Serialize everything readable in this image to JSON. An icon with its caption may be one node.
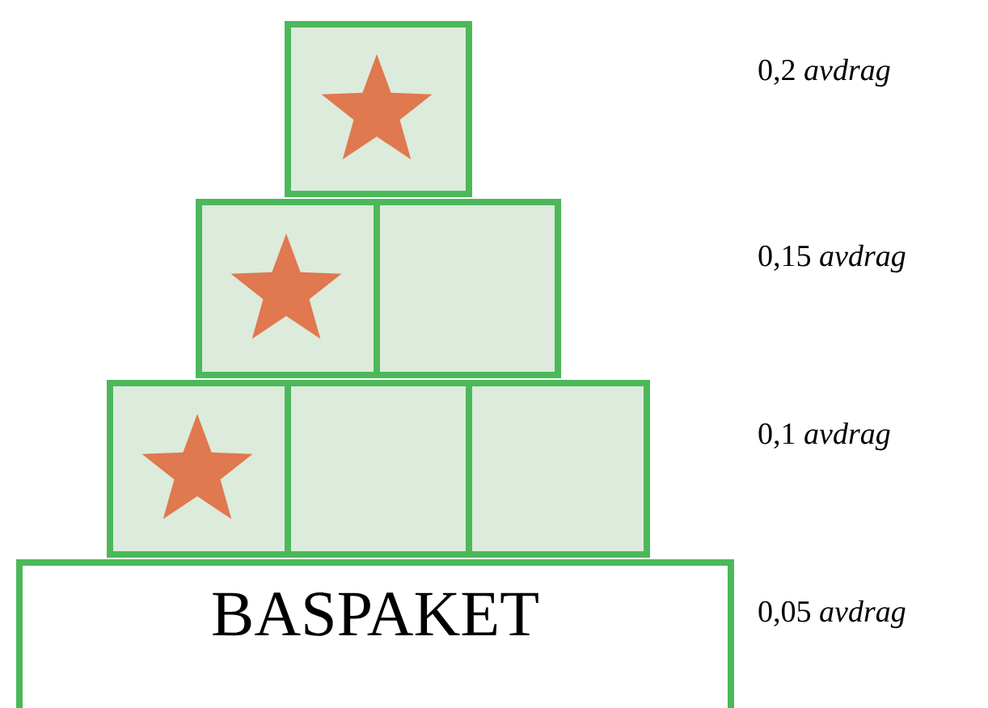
{
  "diagram": {
    "nodes": [
      {
        "text": [],
        "shape": "box"
      },
      {
        "text": [],
        "shape": "box"
      },
      {
        "text": [],
        "shape": "box"
      },
      {
        "text": [],
        "shape": "box"
      },
      {
        "text": [],
        "shape": "box"
      },
      {
        "text": [],
        "shape": "box"
      },
      {
        "text": [
          "BASPAKET"
        ]
      }
    ],
    "labels": [
      "0,2 *avdrag*",
      "0,15 *avdrag*",
      "0,1 *avdrag*",
      "0,05 *avdrag*"
    ]
  }
}
